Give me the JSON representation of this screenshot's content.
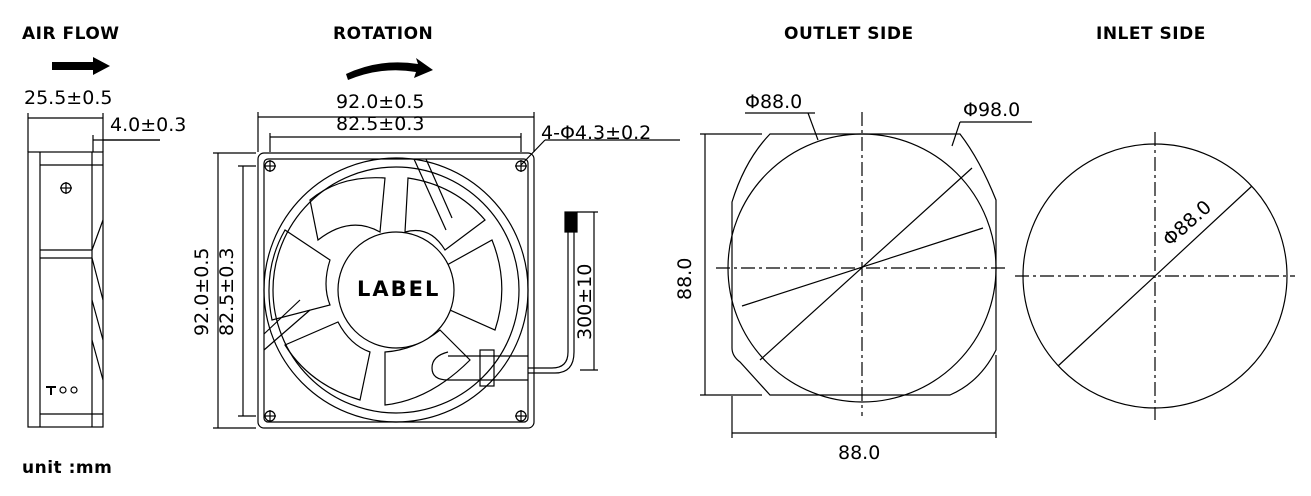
{
  "headings": {
    "air_flow": "AIR FLOW",
    "rotation": "ROTATION",
    "outlet_side": "OUTLET SIDE",
    "inlet_side": "INLET SIDE"
  },
  "unit_label": "unit :mm",
  "side_view": {
    "depth_dim": "25.5±0.5",
    "flange_dim": "4.0±0.3"
  },
  "front_view": {
    "width_outer": "92.0±0.5",
    "width_hole": "82.5±0.3",
    "hole_spec": "4-Φ4.3±0.2",
    "height_outer": "92.0±0.5",
    "height_hole": "82.5±0.3",
    "lead_length": "300±10",
    "hub_label": "LABEL"
  },
  "outlet_view": {
    "inner_diameter": "Φ88.0",
    "outer_diameter": "Φ98.0",
    "height": "88.0",
    "width": "88.0"
  },
  "inlet_view": {
    "diameter": "Φ88.0"
  }
}
